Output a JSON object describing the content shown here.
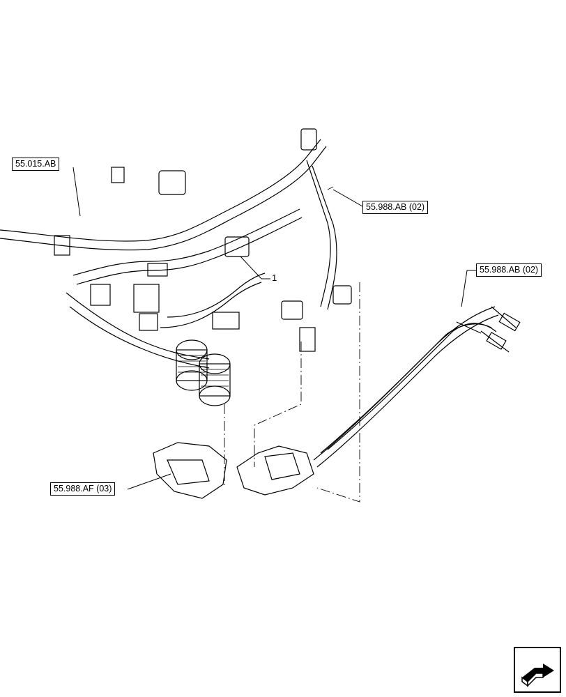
{
  "references": {
    "ref_55015ab": "55.015.AB",
    "ref_55988ab_top": "55.988.AB (02)",
    "ref_55988ab_right": "55.988.AB (02)",
    "ref_55988af": "55.988.AF (03)"
  },
  "callouts": {
    "item_1": "1"
  },
  "icons": {
    "nav": "next-page-arrow-icon"
  }
}
